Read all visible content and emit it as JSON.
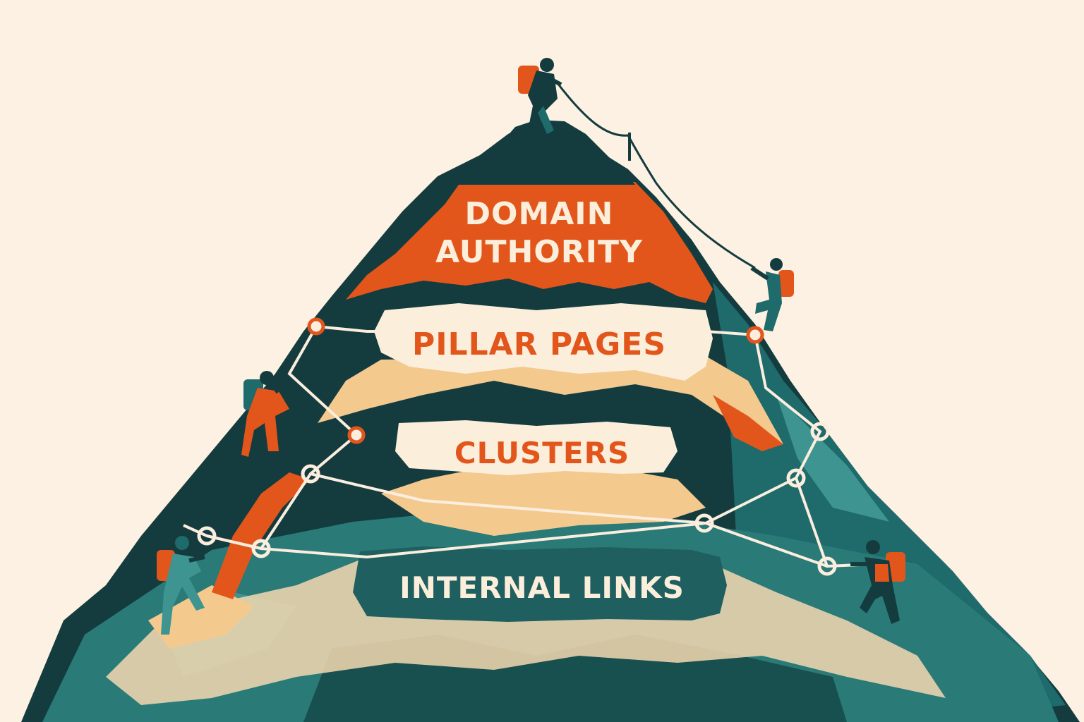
{
  "colors": {
    "background": "#fcf1e3",
    "mountain_dark": "#143c3f",
    "mountain_mid": "#1f6a6b",
    "mountain_teal": "#3d9490",
    "accent_orange": "#e2561c",
    "snow_cream": "#fbefdc",
    "snow_peach": "#f4c98e",
    "link_white": "#fbeede"
  },
  "tiers": [
    {
      "id": "domain-authority",
      "lines": [
        "DOMAIN",
        "AUTHORITY"
      ],
      "text_color": "#fbefdc",
      "band_color": "#e2561c"
    },
    {
      "id": "pillar-pages",
      "lines": [
        "PILLAR PAGES"
      ],
      "text_color": "#e2561c",
      "band_color": "#fbefdc"
    },
    {
      "id": "clusters",
      "lines": [
        "CLUSTERS"
      ],
      "text_color": "#e2561c",
      "band_color": "#fbefdc"
    },
    {
      "id": "internal-links",
      "lines": [
        "INTERNAL LINKS"
      ],
      "text_color": "#fbefdc",
      "band_color": "#1f5f60"
    }
  ],
  "figures": {
    "climbers": [
      "summit-climber-icon",
      "right-upper-climber-icon",
      "left-mid-climber-icon",
      "left-low-climber-icon",
      "right-low-climber-icon"
    ],
    "link_nodes": "node-icon",
    "rope": "rope-icon"
  }
}
